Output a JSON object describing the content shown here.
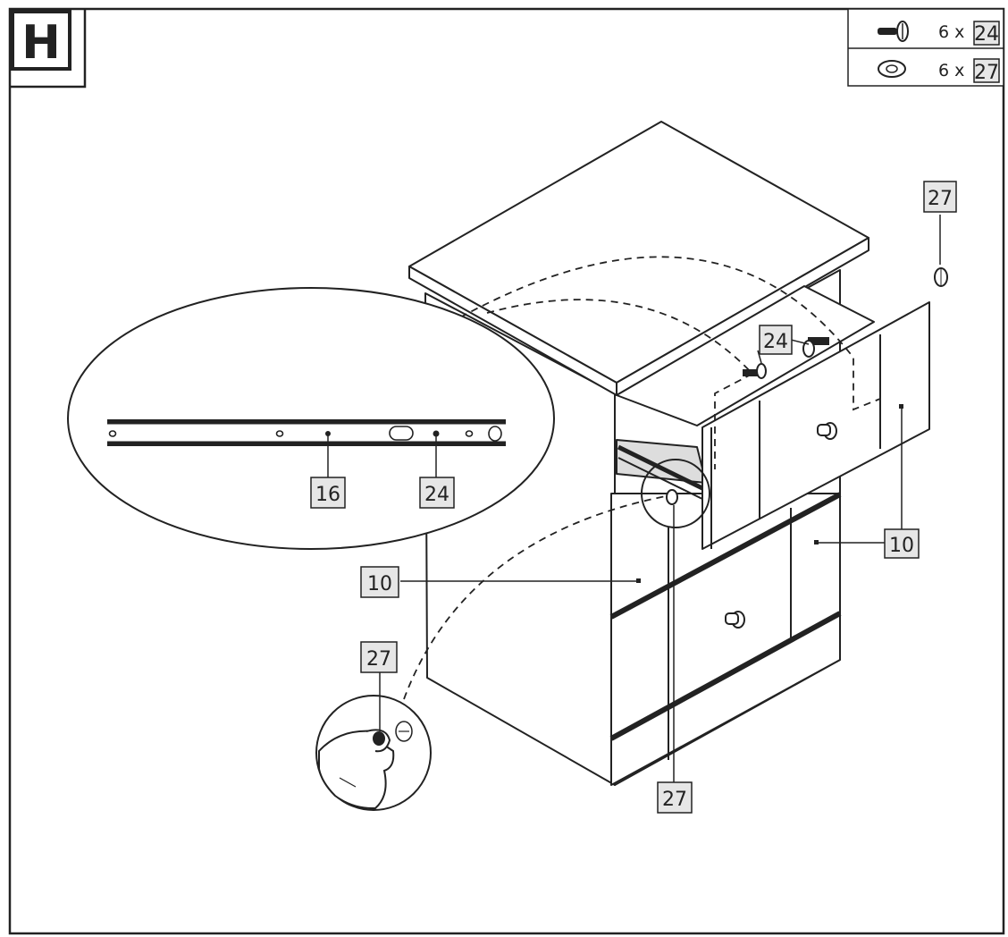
{
  "step": {
    "letter": "H"
  },
  "parts_list": [
    {
      "icon": "screw-icon",
      "qty": "6 x",
      "part": "24"
    },
    {
      "icon": "cap-icon",
      "qty": "6 x",
      "part": "27"
    }
  ],
  "callouts": {
    "cap_top_right": "27",
    "screw_drawer": "24",
    "rail_part": "16",
    "rail_screw": "24",
    "front_upper": "10",
    "front_left": "10",
    "cap_hand": "27",
    "cap_bottom": "27"
  }
}
